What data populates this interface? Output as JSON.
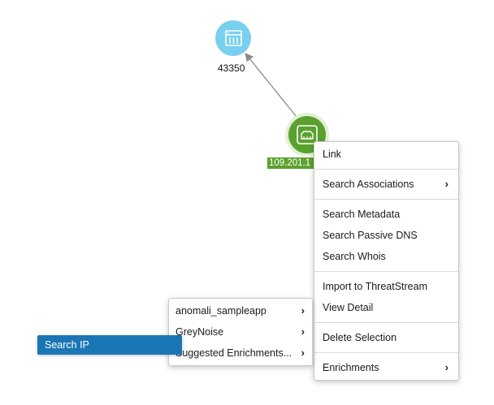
{
  "graph": {
    "asn_node": {
      "label": "43350",
      "icon": "server-icon",
      "color": "#79cff0"
    },
    "ip_node": {
      "label": "109.201.1",
      "icon": "ip-address-icon",
      "color": "#5aa12e"
    }
  },
  "context_menu": {
    "items": [
      {
        "label": "Link",
        "has_submenu": false
      },
      {
        "label": "Search Associations",
        "has_submenu": true
      },
      {
        "label": "Search Metadata",
        "has_submenu": false
      },
      {
        "label": "Search Passive DNS",
        "has_submenu": false
      },
      {
        "label": "Search Whois",
        "has_submenu": false
      },
      {
        "label": "Import to ThreatStream",
        "has_submenu": false
      },
      {
        "label": "View Detail",
        "has_submenu": false
      },
      {
        "label": "Delete Selection",
        "has_submenu": false
      },
      {
        "label": "Enrichments",
        "has_submenu": true
      }
    ],
    "chevron": "›"
  },
  "enrichments_submenu": {
    "items": [
      {
        "label": "anomali_sampleapp",
        "has_submenu": true
      },
      {
        "label": "GreyNoise",
        "has_submenu": true
      },
      {
        "label": "Suggested Enrichments...",
        "has_submenu": true
      }
    ]
  },
  "greynoise_submenu": {
    "items": [
      {
        "label": "Search IP"
      }
    ]
  },
  "colors": {
    "highlight": "#1a76b4",
    "ip_label_bg": "#5aa12e"
  }
}
